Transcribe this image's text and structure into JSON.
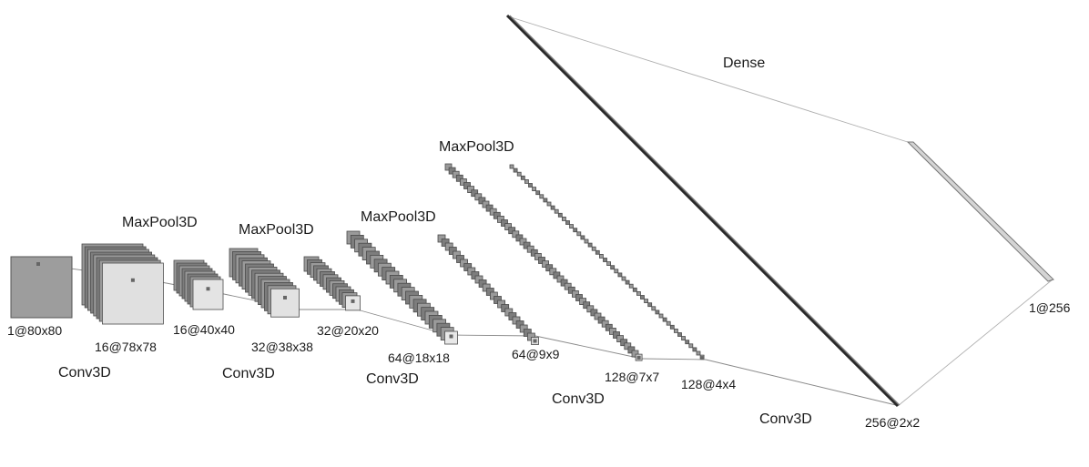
{
  "diagram": {
    "dense_label": "Dense",
    "operations": [
      {
        "id": "conv1",
        "label": "Conv3D"
      },
      {
        "id": "pool1",
        "label": "MaxPool3D"
      },
      {
        "id": "conv2",
        "label": "Conv3D"
      },
      {
        "id": "pool2",
        "label": "MaxPool3D"
      },
      {
        "id": "conv3",
        "label": "Conv3D"
      },
      {
        "id": "pool3",
        "label": "MaxPool3D"
      },
      {
        "id": "conv4",
        "label": "Conv3D"
      },
      {
        "id": "pool4",
        "label": "MaxPool3D"
      },
      {
        "id": "conv5",
        "label": "Conv3D"
      }
    ],
    "layers": [
      {
        "id": "input",
        "shape": "1@80x80"
      },
      {
        "id": "c1",
        "shape": "16@78x78"
      },
      {
        "id": "p1",
        "shape": "16@40x40"
      },
      {
        "id": "c2",
        "shape": "32@38x38"
      },
      {
        "id": "p2",
        "shape": "32@20x20"
      },
      {
        "id": "c3",
        "shape": "64@18x18"
      },
      {
        "id": "p3",
        "shape": "64@9x9"
      },
      {
        "id": "c4",
        "shape": "128@7x7"
      },
      {
        "id": "p4",
        "shape": "128@4x4"
      },
      {
        "id": "c5",
        "shape": "256@2x2"
      },
      {
        "id": "out",
        "shape": "1@256"
      }
    ]
  }
}
